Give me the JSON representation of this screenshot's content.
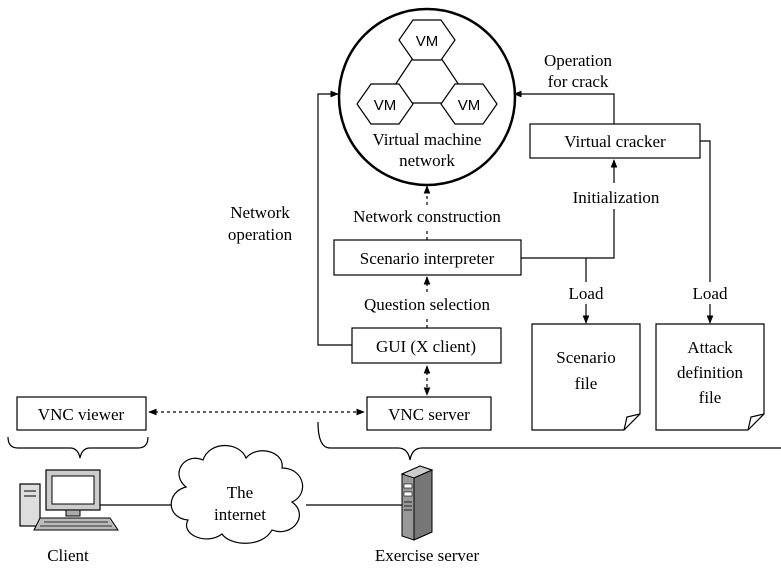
{
  "network": {
    "vm1": "VM",
    "vm2": "VM",
    "vm3": "VM",
    "label_line1": "Virtual machine",
    "label_line2": "network"
  },
  "boxes": {
    "virtual_cracker": "Virtual cracker",
    "scenario_interpreter": "Scenario interpreter",
    "gui_client": "GUI (X client)",
    "vnc_server": "VNC server",
    "vnc_viewer": "VNC viewer"
  },
  "documents": {
    "scenario_line1": "Scenario",
    "scenario_line2": "file",
    "attack_line1": "Attack",
    "attack_line2": "definition",
    "attack_line3": "file"
  },
  "edges": {
    "operation_line1": "Operation",
    "operation_line2": "for crack",
    "initialization": "Initialization",
    "network_construction": "Network construction",
    "question_selection": "Question selection",
    "load_scenario": "Load",
    "load_attack": "Load",
    "network_operation_line1": "Network",
    "network_operation_line2": "operation"
  },
  "bottom": {
    "cloud_line1": "The",
    "cloud_line2": "internet",
    "client": "Client",
    "exercise_server": "Exercise server"
  }
}
